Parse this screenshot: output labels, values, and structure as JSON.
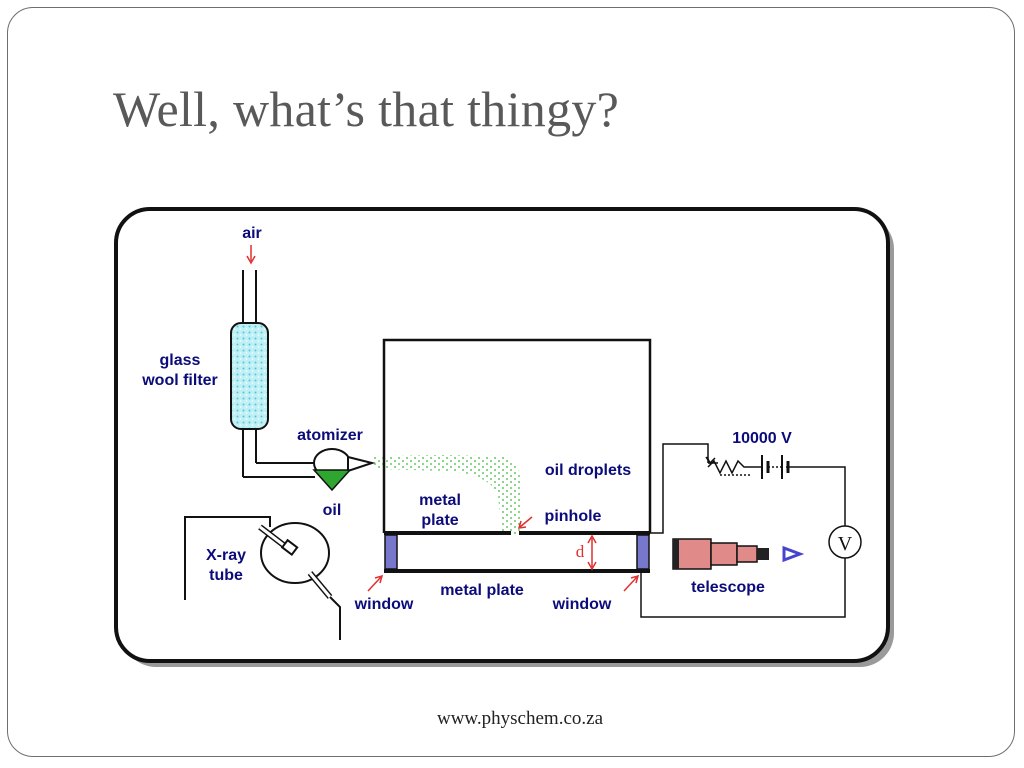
{
  "slide": {
    "title": "Well, what’s that thingy?",
    "footer_url": "www.physchem.co.za"
  },
  "diagram": {
    "labels": {
      "air": "air",
      "glass_wool_filter_line1": "glass",
      "glass_wool_filter_line2": "wool filter",
      "atomizer": "atomizer",
      "oil": "oil",
      "oil_droplets": "oil droplets",
      "metal_plate_top_line1": "metal",
      "metal_plate_top_line2": "plate",
      "pinhole": "pinhole",
      "distance": "d",
      "xray_tube_line1": "X-ray",
      "xray_tube_line2": "tube",
      "window_left": "window",
      "metal_plate_bottom": "metal plate",
      "window_right": "window",
      "telescope": "telescope",
      "voltage": "10000 V",
      "voltmeter": "V"
    },
    "colors": {
      "label": "#0b0b7a",
      "arrow": "#e03030",
      "filter": "#aee8f0",
      "oil": "#2fa62f",
      "droplets": "#33bb33",
      "window": "#7777cc",
      "telescope": "#e08a8a",
      "eyepiece": "#4444cc"
    }
  }
}
